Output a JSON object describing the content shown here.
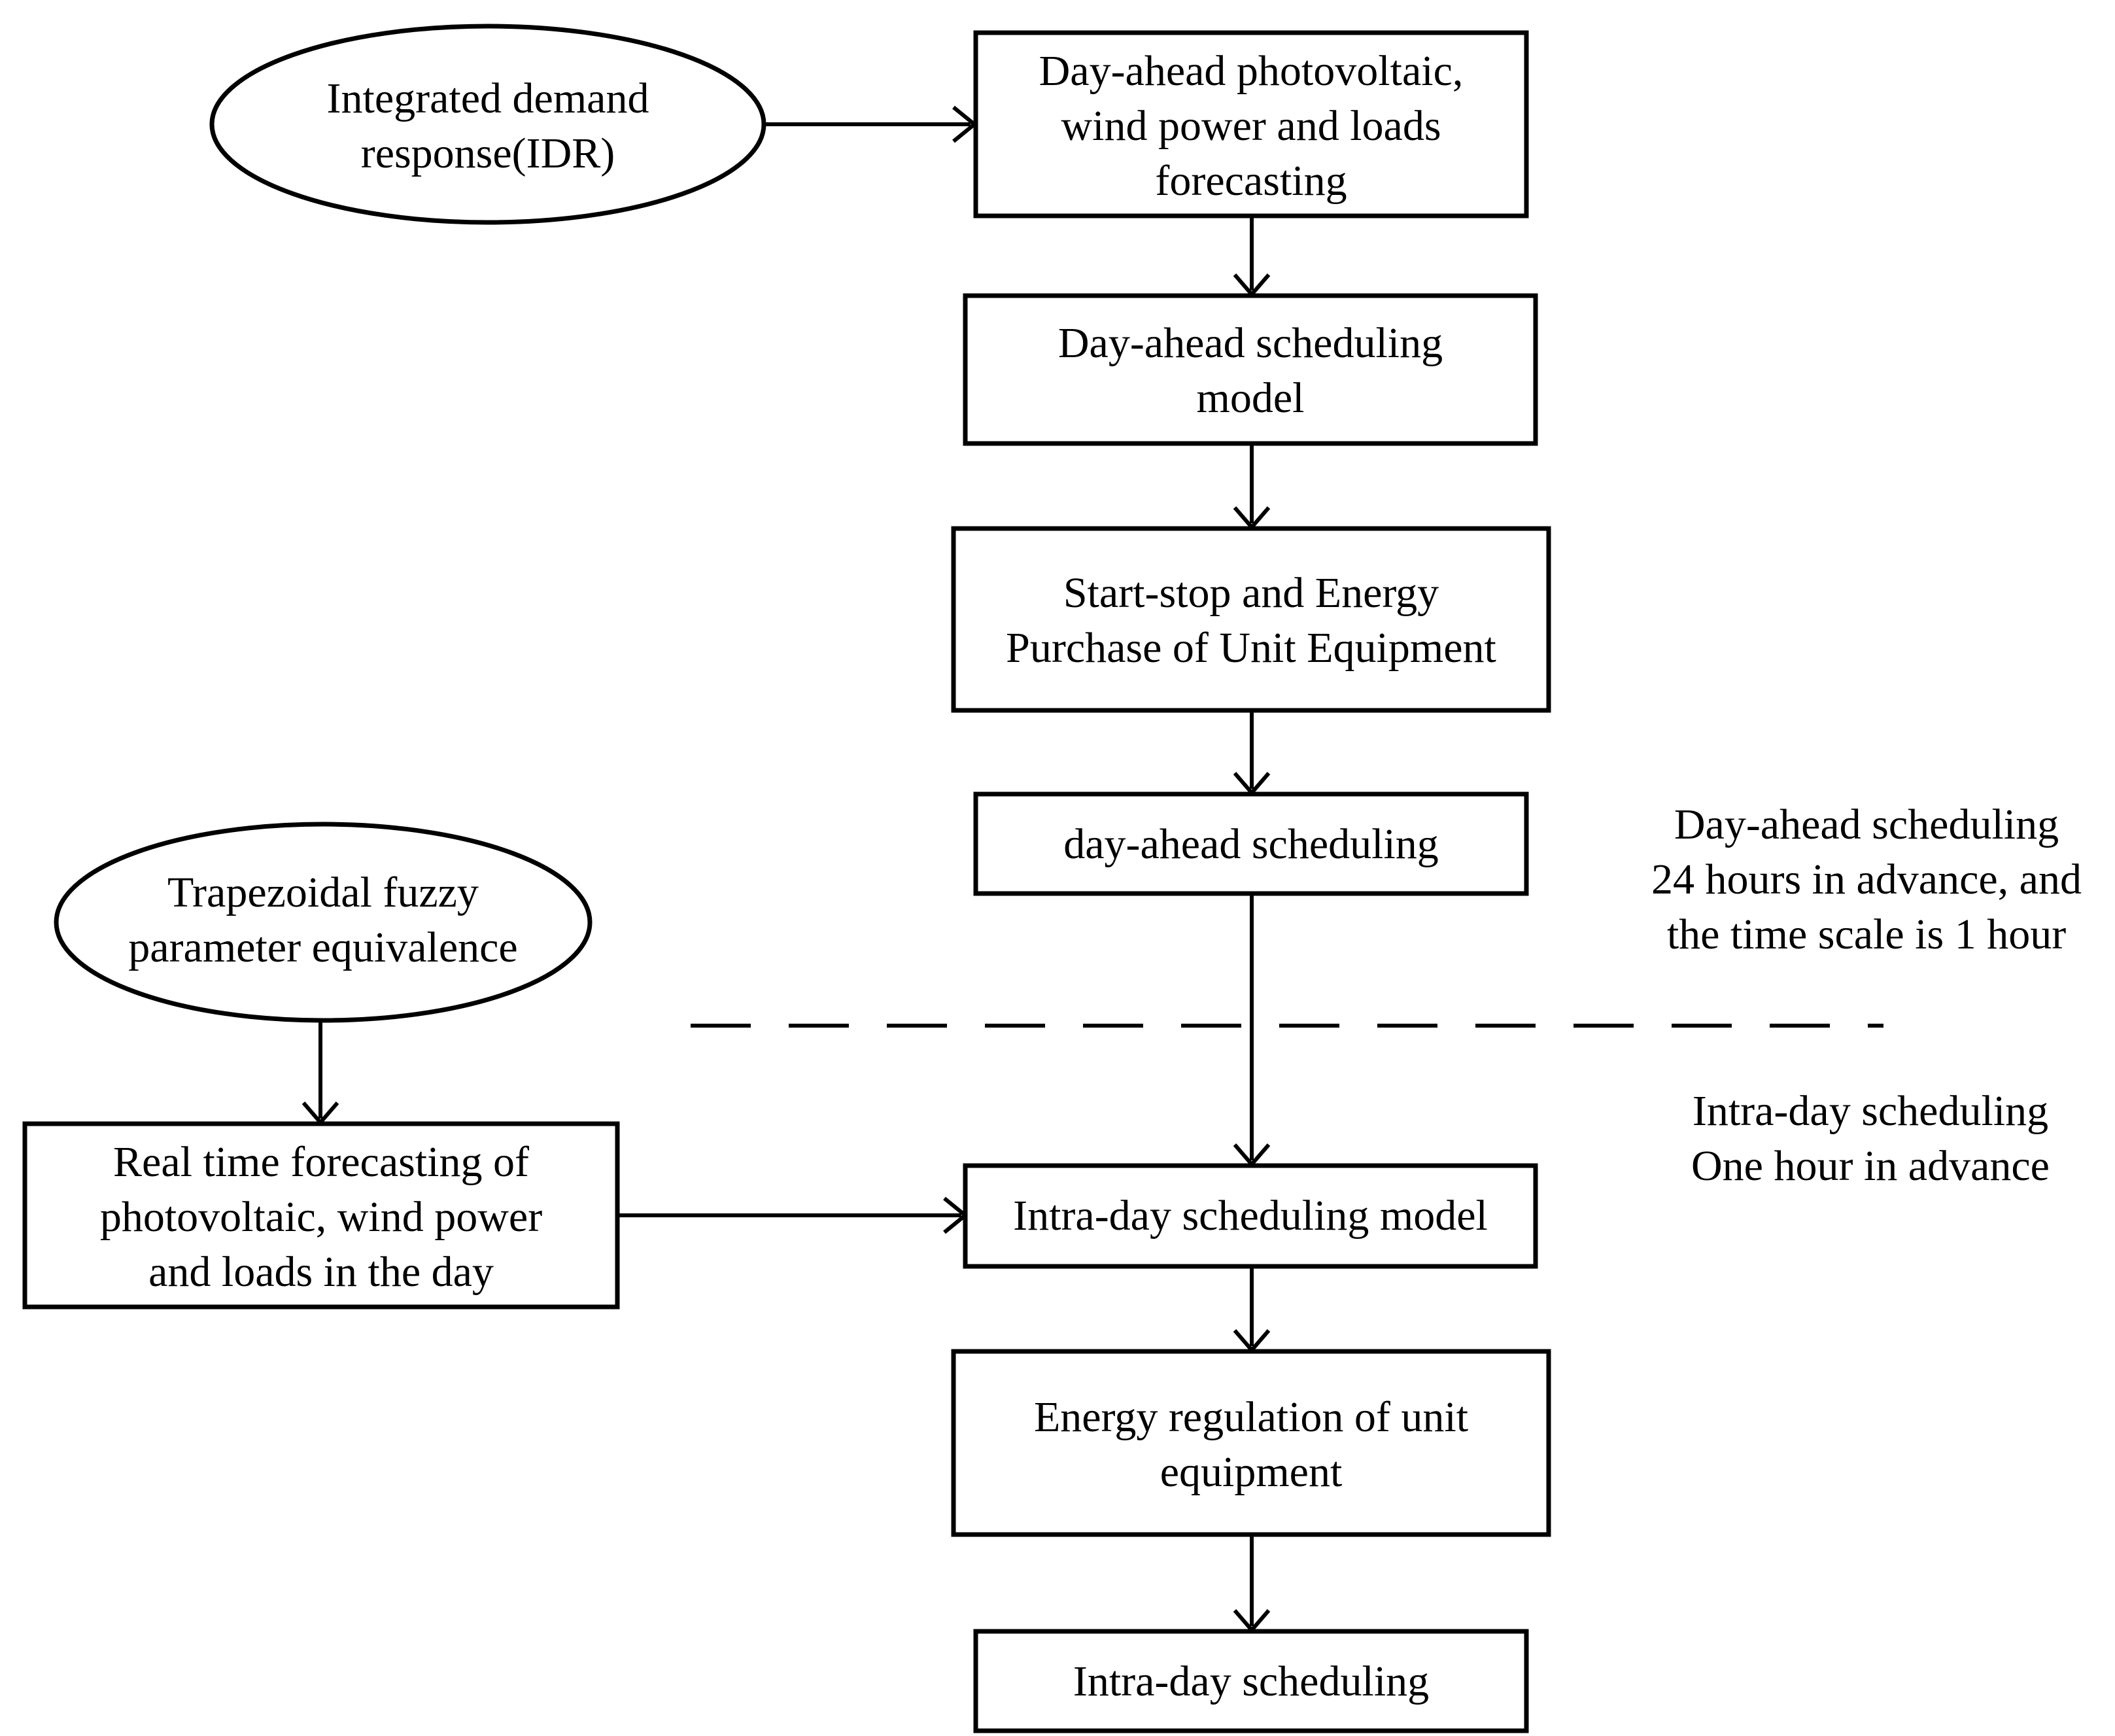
{
  "nodes": {
    "idr": {
      "lines": [
        "Integrated demand",
        "response(IDR)"
      ]
    },
    "forecast_day_ahead": {
      "lines": [
        "Day-ahead photovoltaic,",
        "wind power and loads",
        "forecasting"
      ]
    },
    "day_ahead_model": {
      "lines": [
        "Day-ahead scheduling",
        "model"
      ]
    },
    "start_stop": {
      "lines": [
        "Start-stop and Energy",
        "Purchase of Unit Equipment"
      ]
    },
    "day_ahead_scheduling": {
      "lines": [
        "day-ahead scheduling"
      ]
    },
    "trapezoidal": {
      "lines": [
        "Trapezoidal fuzzy",
        "parameter equivalence"
      ]
    },
    "realtime_forecast": {
      "lines": [
        "Real time forecasting of",
        "photovoltaic, wind power",
        "and loads in the day"
      ]
    },
    "intra_day_model": {
      "lines": [
        "Intra-day scheduling model"
      ]
    },
    "energy_regulation": {
      "lines": [
        "Energy regulation of unit",
        "equipment"
      ]
    },
    "intra_day_scheduling": {
      "lines": [
        "Intra-day scheduling"
      ]
    }
  },
  "notes": {
    "day_ahead": {
      "lines": [
        "Day-ahead scheduling",
        "24 hours in advance, and",
        "the time scale is 1 hour"
      ]
    },
    "intra_day": {
      "lines": [
        "Intra-day scheduling",
        "One hour in advance"
      ]
    }
  },
  "edges": [
    {
      "from": "idr",
      "to": "forecast_day_ahead"
    },
    {
      "from": "forecast_day_ahead",
      "to": "day_ahead_model"
    },
    {
      "from": "day_ahead_model",
      "to": "start_stop"
    },
    {
      "from": "start_stop",
      "to": "day_ahead_scheduling"
    },
    {
      "from": "day_ahead_scheduling",
      "to": "intra_day_model"
    },
    {
      "from": "trapezoidal",
      "to": "realtime_forecast"
    },
    {
      "from": "realtime_forecast",
      "to": "intra_day_model"
    },
    {
      "from": "intra_day_model",
      "to": "energy_regulation"
    },
    {
      "from": "energy_regulation",
      "to": "intra_day_scheduling"
    }
  ]
}
